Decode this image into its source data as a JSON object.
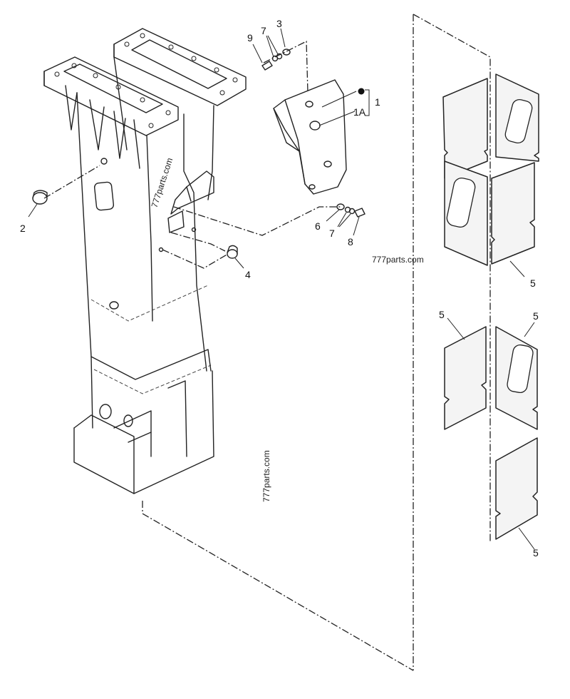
{
  "callouts": {
    "c1": "1",
    "c1a": "1A",
    "c2": "2",
    "c3": "3",
    "c4": "4",
    "c5a": "5",
    "c5b": "5",
    "c5c": "5",
    "c5d": "5",
    "c6": "6",
    "c7a": "7",
    "c7b": "7",
    "c8": "8",
    "c9": "9"
  },
  "watermarks": {
    "w1": "777parts.com",
    "w2": "777parts.com",
    "w3": "777parts.com"
  },
  "colors": {
    "line": "#222222",
    "plate_fill": "#f4f4f4",
    "background": "#ffffff"
  }
}
